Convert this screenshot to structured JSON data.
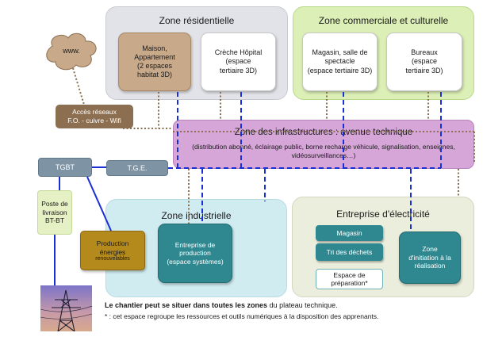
{
  "zones": {
    "residential": {
      "title": "Zone résidentielle",
      "card1": "Maison,\nAppartement\n(2 espaces\nhabitat 3D)",
      "card2": "Crèche Hôpital\n(espace\ntertiaire 3D)"
    },
    "commercial": {
      "title": "Zone commerciale et culturelle",
      "card1": "Magasin, salle de\nspectacle\n(espace tertiaire 3D)",
      "card2": "Bureaux\n(espace\ntertiaire 3D)"
    },
    "infrastructure": {
      "title": "Zone des  infrastructures : avenue technique",
      "subtitle": "(distribution abonné, éclairage public, borne recharge véhicule, signalisation, enseignes,\nvidéosurveillances…)"
    },
    "industrial": {
      "title": "Zone industrielle",
      "card": "Entreprise de\nproduction\n(espace systèmes)"
    },
    "electricity": {
      "title": "Entreprise d'électricité",
      "items": [
        "Magasin",
        "Tri des déchets",
        "Espace de\npréparation*"
      ],
      "card": "Zone\nd'initiation à la\nréalisation"
    }
  },
  "nodes": {
    "www": "www.",
    "network_access": "Accès réseaux\nF.O. - cuivre - Wifi",
    "tgbt": "TGBT",
    "tge": "T.G.E.",
    "delivery": "Poste de\nlivraison\nBT-BT",
    "production_title": "Production\nénergies",
    "production_sub": "renouvelables"
  },
  "notes": {
    "line1_bold": "Le chantier peut se situer dans toutes les zones",
    "line1_rest": " du plateau technique.",
    "line2": "* : cet espace regroupe  les ressources  et outils numériques à la disposition des apprenants."
  },
  "colors": {
    "residential": "#e2e3e8",
    "commercial": "#dcefb6",
    "commercial_border": "#b8d98a",
    "infrastructure": "#d6a6d8",
    "industrial": "#d1ecf1",
    "electricity": "#eceedd",
    "teal": "#2f8890",
    "brown_card": "#c8a98a",
    "brown_dark": "#8b6f50",
    "grey_box": "#7e93a4",
    "gold": "#b38a1b",
    "green_box": "#e5f1c4",
    "blue_line": "#1a2fd6",
    "dot_line": "#8b6f50"
  }
}
